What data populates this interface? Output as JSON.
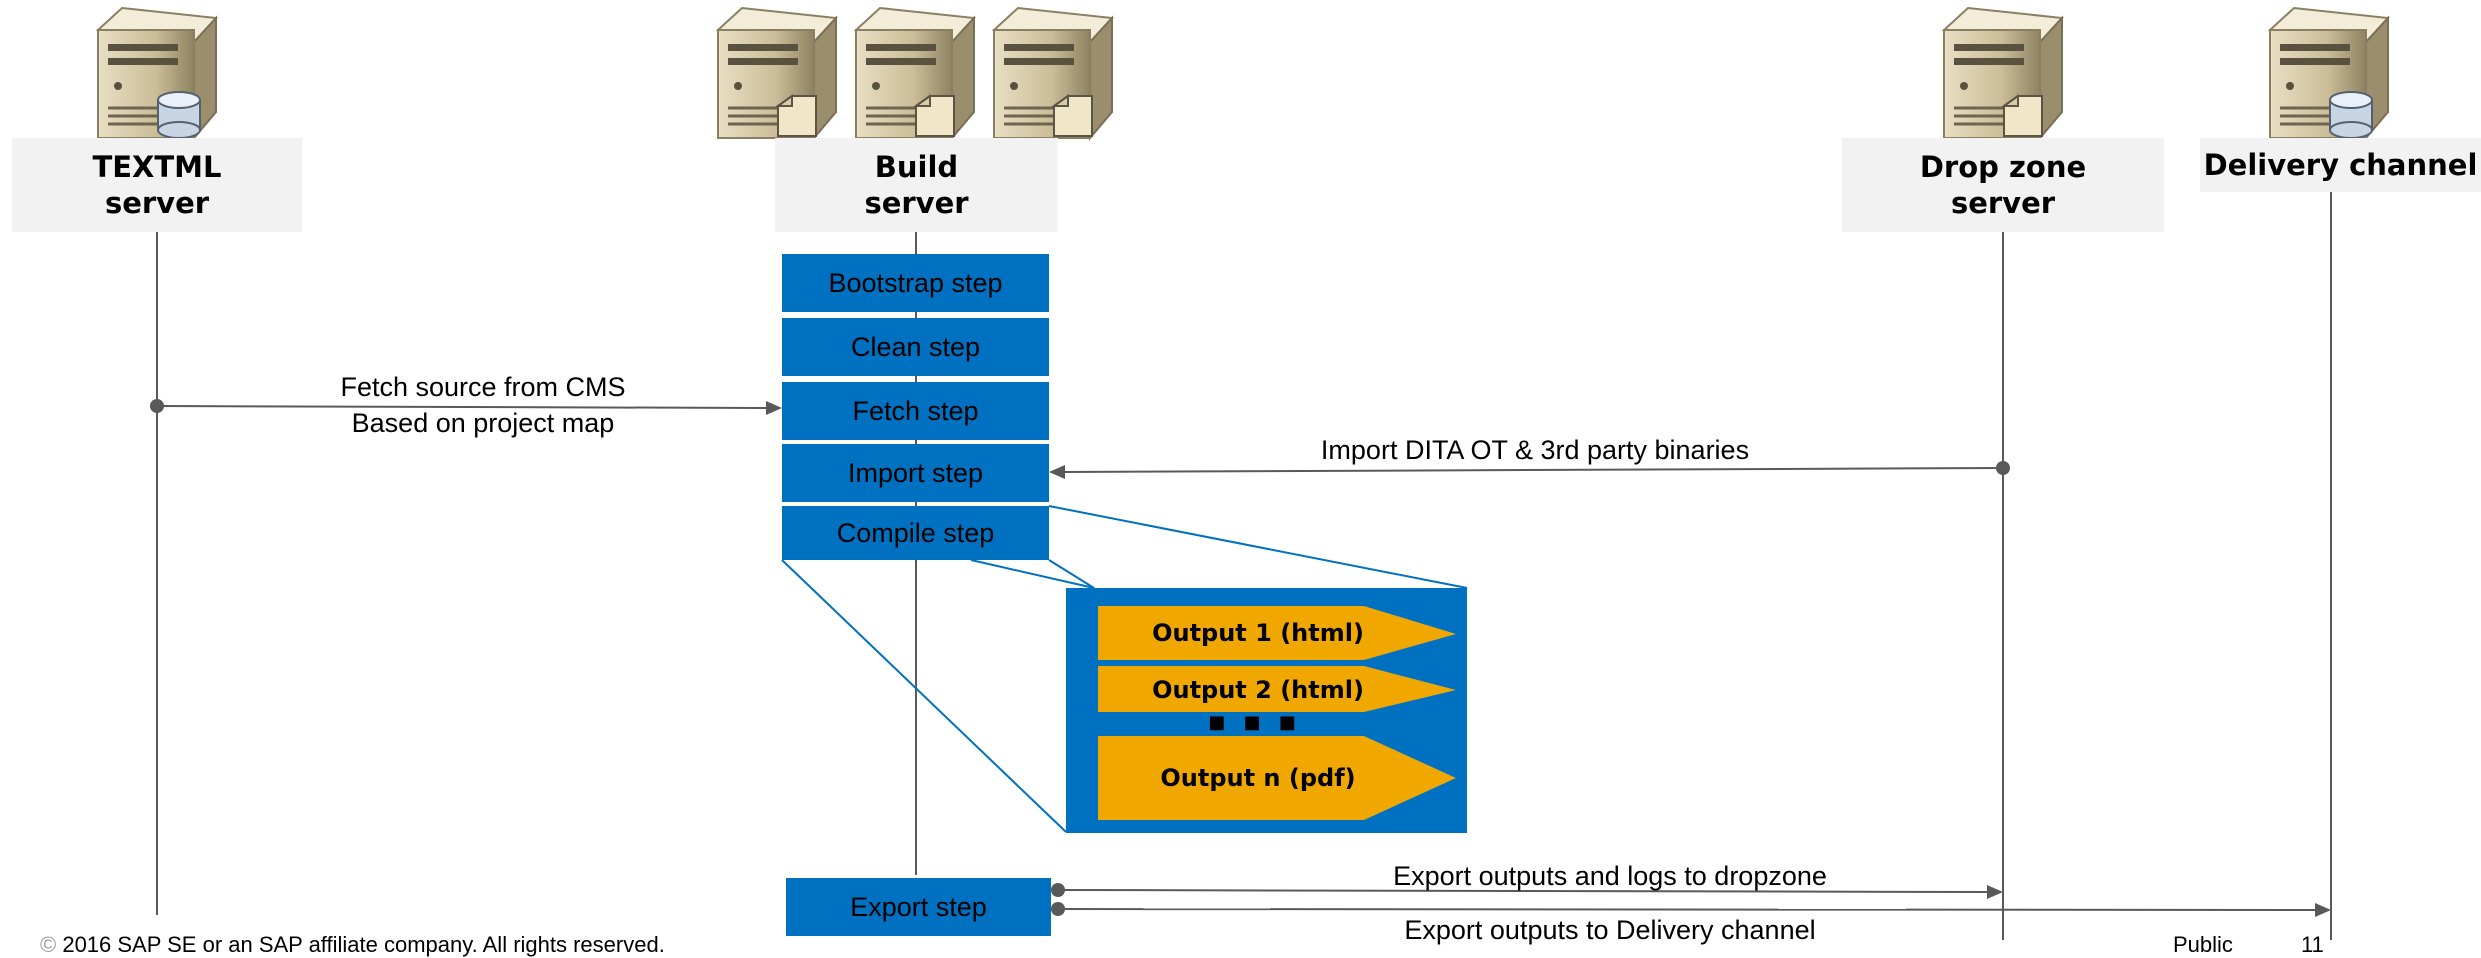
{
  "nodes": {
    "textml": {
      "label": "TEXTML\nserver",
      "icon": "database-server-icon"
    },
    "build": {
      "label": "Build\nserver",
      "icon": "build-server-icon"
    },
    "dropzone": {
      "label": "Drop zone\nserver",
      "icon": "file-server-icon"
    },
    "delivery": {
      "label": "Delivery channel",
      "icon": "database-server-icon"
    }
  },
  "steps": [
    "Bootstrap step",
    "Clean step",
    "Fetch step",
    "Import step",
    "Compile step"
  ],
  "export_step": "Export step",
  "outputs": [
    "Output 1 (html)",
    "Output 2 (html)",
    "Output n (pdf)"
  ],
  "ellipsis": "■ ■ ■",
  "messages": {
    "fetch": {
      "line1": "Fetch source from CMS",
      "line2": "Based on project map"
    },
    "import": "Import DITA OT & 3rd party binaries",
    "export_dropzone": "Export outputs and logs to dropzone",
    "export_delivery": "Export outputs to Delivery channel"
  },
  "footer": {
    "copyright": "2016 SAP SE or an SAP affiliate company. All rights reserved.",
    "classification": "Public",
    "page": "11"
  },
  "colors": {
    "step_fill": "#0070c0",
    "output_fill": "#f0a800",
    "line": "#595959",
    "label_bg": "#f2f2f2"
  }
}
